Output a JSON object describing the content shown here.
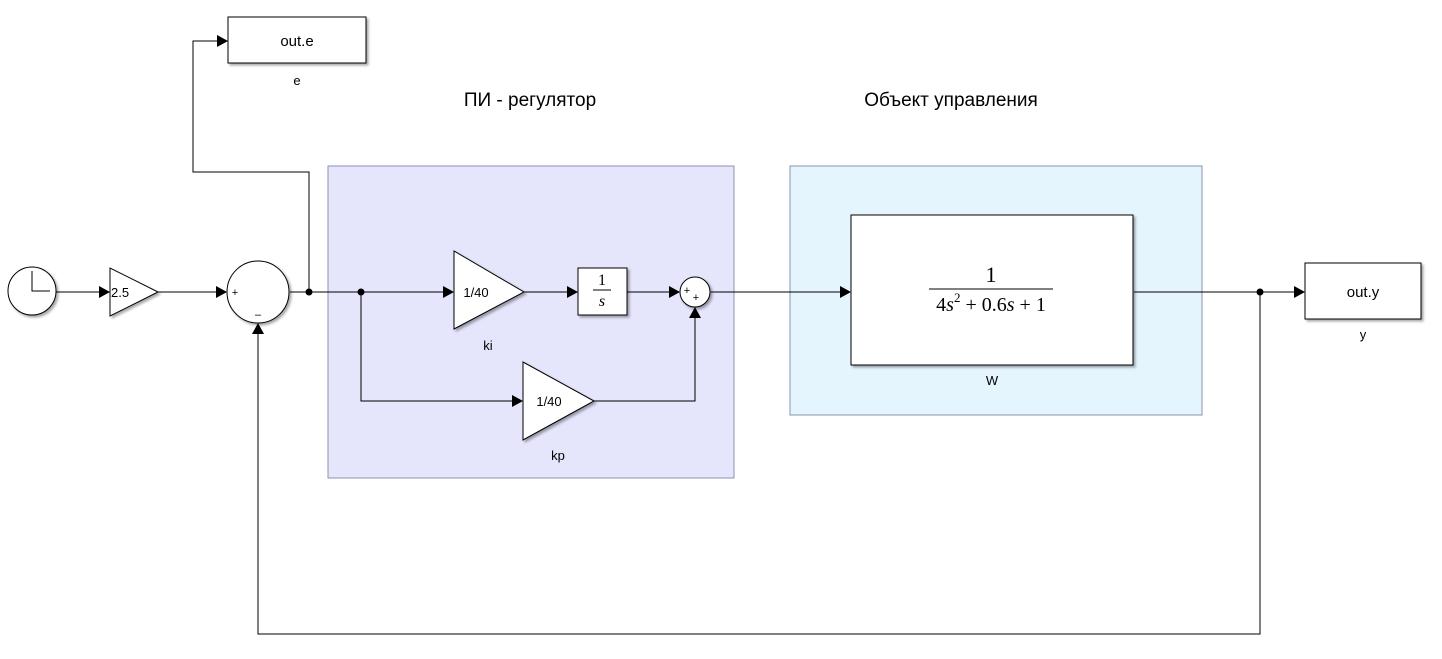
{
  "regions": {
    "controller_title": "ПИ - регулятор",
    "plant_title": "Объект управления",
    "controller_fill": "#e5e5fb",
    "plant_fill": "#e5f5fd",
    "region_stroke": "#8a93b0"
  },
  "blocks": {
    "gain_ref": {
      "value": "2.5"
    },
    "sum_error": {
      "plus": "+",
      "minus": "–"
    },
    "gain_ki": {
      "value": "1/40",
      "label": "ki"
    },
    "integrator": {
      "num": "1",
      "den": "s"
    },
    "sum_pi": {
      "plus_left": "+",
      "plus_bottom": "+"
    },
    "gain_kp": {
      "value": "1/40",
      "label": "kp"
    },
    "plant_tf": {
      "num": "1",
      "den_a": "4",
      "den_s1": "s",
      "den_exp": "2",
      "den_b": " + 0.6",
      "den_s2": "s",
      "den_c": " + 1",
      "label": "W"
    },
    "out_e": {
      "value": "out.e",
      "label": "e"
    },
    "out_y": {
      "value": "out.y",
      "label": "y"
    }
  }
}
